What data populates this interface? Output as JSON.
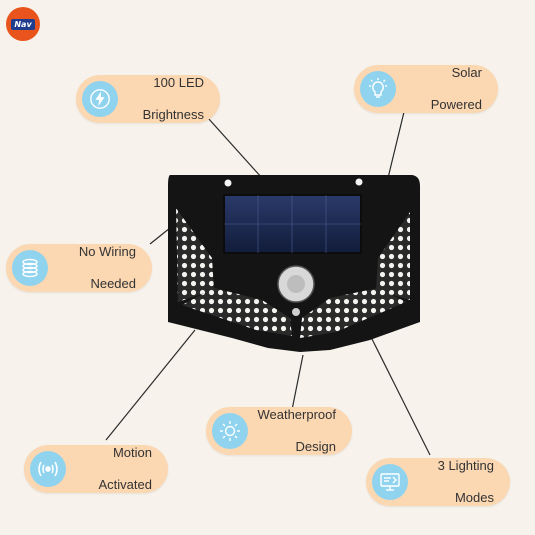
{
  "logo": {
    "text": "Nav"
  },
  "features": [
    {
      "line1": "100 LED",
      "line2": "Brightness",
      "icon": "lightning-icon"
    },
    {
      "line1": "Solar",
      "line2": "Powered",
      "icon": "lightbulb-icon"
    },
    {
      "line1": "No Wiring",
      "line2": "Needed",
      "icon": "coil-icon"
    },
    {
      "line1": "Motion",
      "line2": "Activated",
      "icon": "motion-sensor-icon"
    },
    {
      "line1": "Weatherproof",
      "line2": "Design",
      "icon": "sun-icon"
    },
    {
      "line1": "3 Lighting",
      "line2": "Modes",
      "icon": "monitor-icon"
    }
  ],
  "colors": {
    "background": "#f7f3ec",
    "pill": "#fbd7b2",
    "icon_circle": "#8fd3ef",
    "logo": "#e9541c",
    "device": "#141414"
  }
}
